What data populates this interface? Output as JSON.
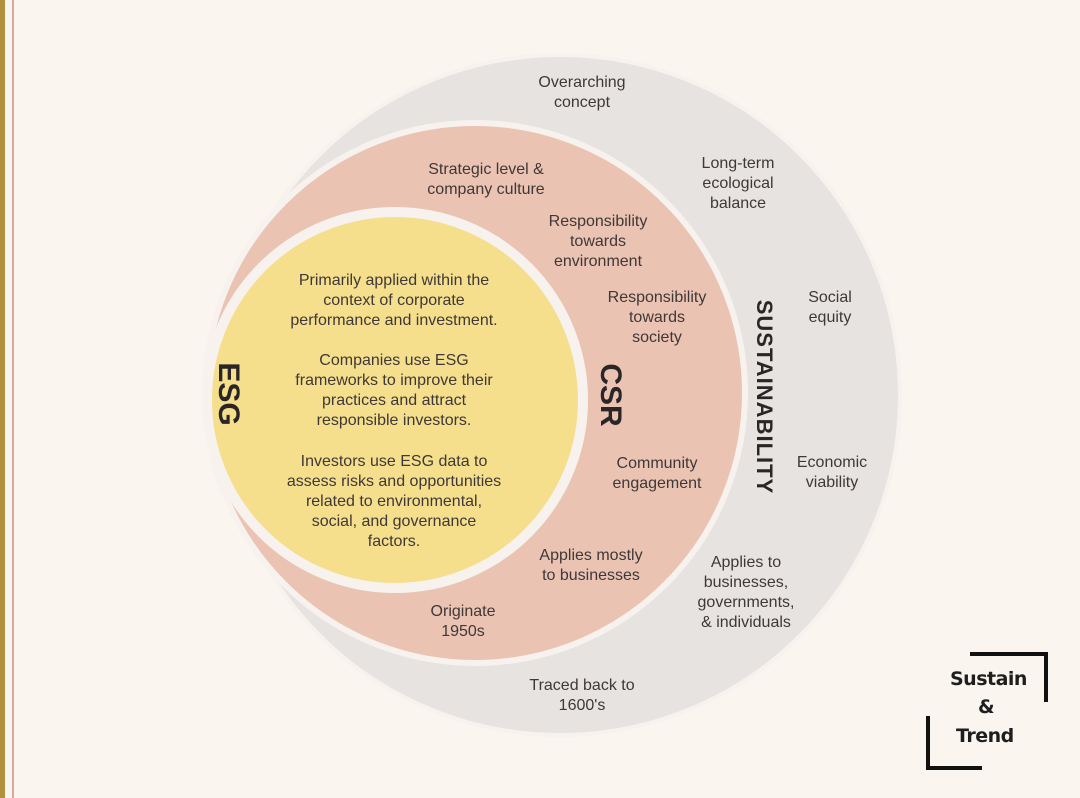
{
  "diagram": {
    "outer": {
      "title": "SUSTAINABILITY",
      "notes": {
        "top": "Overarching\nconcept",
        "ecological": "Long-term\necological\nbalance",
        "social": "Social\nequity",
        "economic": "Economic\nviability",
        "applies": "Applies to\nbusinesses,\ngovernments,\n& individuals",
        "origin": "Traced back to\n1600's"
      }
    },
    "middle": {
      "title": "CSR",
      "notes": {
        "strategic": "Strategic level &\ncompany culture",
        "environment": "Responsibility\ntowards\nenvironment",
        "society": "Responsibility\ntowards\nsociety",
        "community": "Community\nengagement",
        "applies": "Applies mostly\nto businesses",
        "origin": "Originate\n1950s"
      }
    },
    "inner": {
      "title": "ESG",
      "paragraphs": [
        "Primarily applied within the\ncontext of corporate\nperformance and investment.",
        "Companies use ESG\nframeworks to improve their\npractices and attract\nresponsible investors.",
        "Investors use ESG data to\nassess risks and opportunities\nrelated to environmental,\nsocial, and governance\nfactors."
      ]
    },
    "colors": {
      "outer_fill": "#e7e3e0",
      "middle_fill": "#ebc3b2",
      "inner_fill": "#f5df8c",
      "ring_border": "#f7f2ee"
    }
  },
  "brand": {
    "line1": "Sustain",
    "line2": "&",
    "line3": "Trend"
  }
}
